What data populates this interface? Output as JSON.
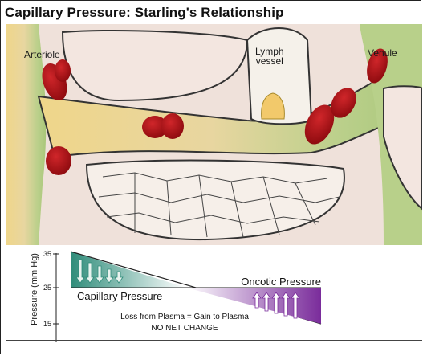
{
  "title": "Capillary Pressure: Starling's Relationship",
  "illustration": {
    "labels": {
      "arteriole": "Arteriole",
      "lymph_line1": "Lymph",
      "lymph_line2": "vessel",
      "venule": "Venule"
    },
    "colors": {
      "blood_cell": "#b40d12",
      "arteriole_fluid": "#ecd27a",
      "venule_fluid": "#a9c77a",
      "tissue": "#eadbd4",
      "capillary_wall": "#2a2a2a"
    }
  },
  "chart": {
    "y_label": "Pressure (mm Hg)",
    "y_ticks": [
      "35",
      "25",
      "15"
    ],
    "capillary_label": "Capillary Pressure",
    "oncotic_label": "Oncotic Pressure",
    "note_line1": "Loss from Plasma = Gain to Plasma",
    "note_line2": "NO NET CHANGE",
    "colors": {
      "capillary": "#2f8c7a",
      "oncotic": "#7a2c9b"
    }
  }
}
